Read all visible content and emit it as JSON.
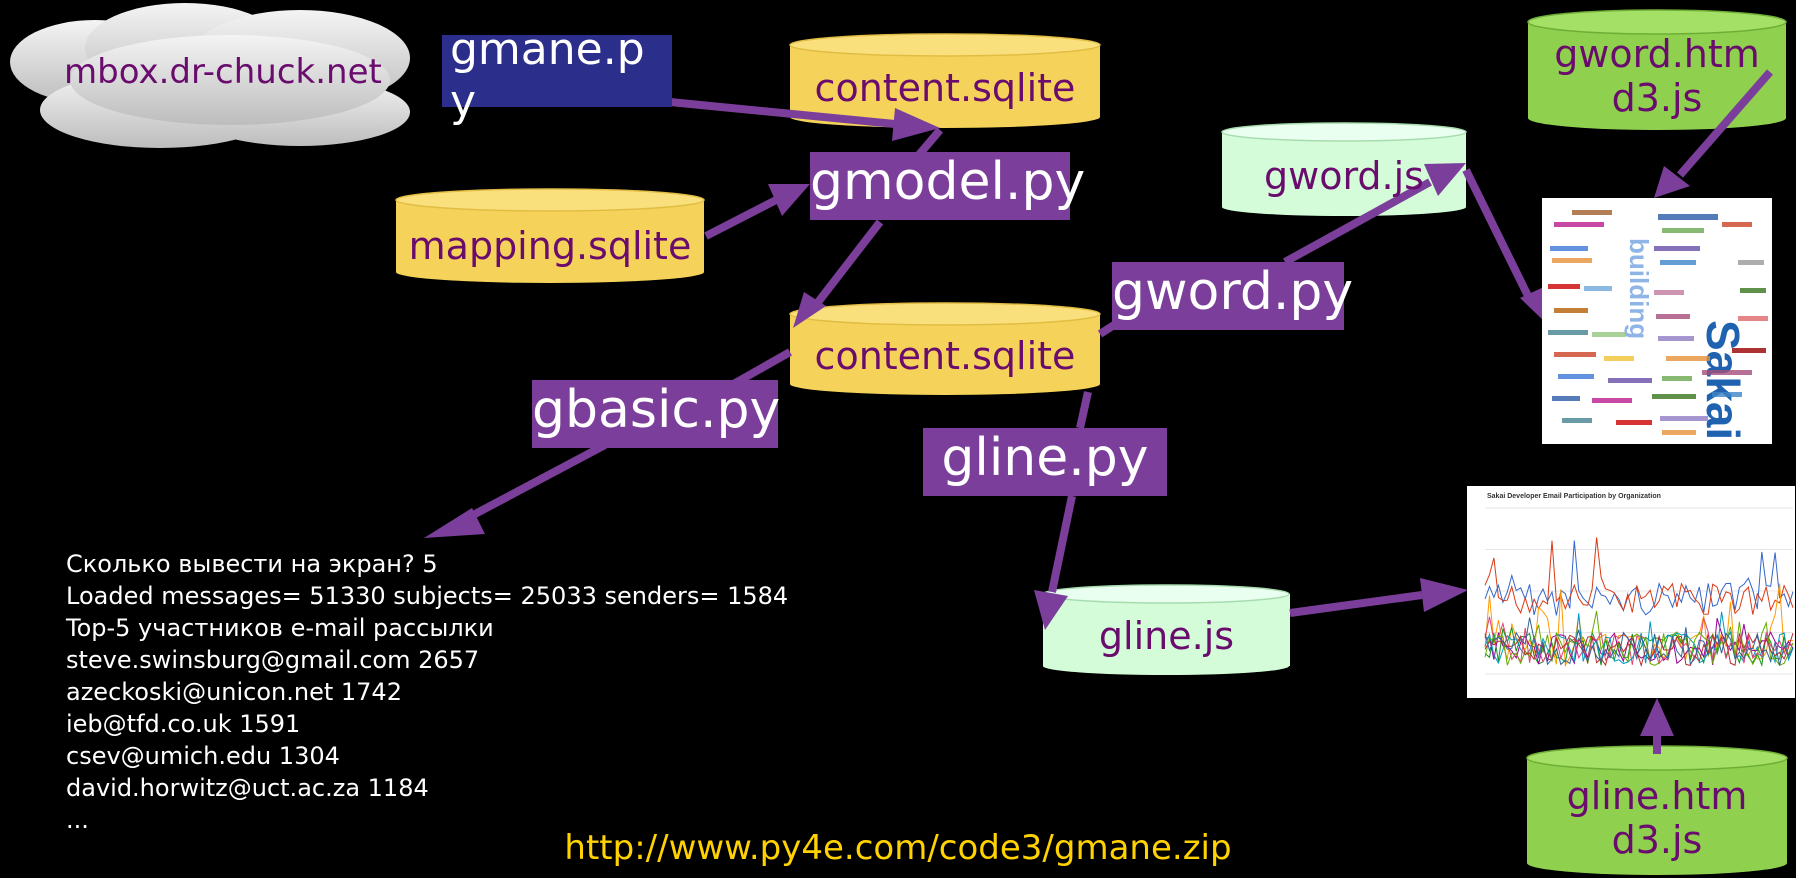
{
  "cloud": {
    "label": "mbox.dr-chuck.net"
  },
  "scripts": {
    "gmane": "gmane.py",
    "gmodel": "gmodel.py",
    "gbasic": "gbasic.py",
    "gword": "gword.py",
    "gline": "gline.py"
  },
  "databases": {
    "content_raw": "content.sqlite",
    "mapping": "mapping.sqlite",
    "content": "content.sqlite"
  },
  "outputs": {
    "gword_js": "gword.js",
    "gline_js": "gline.js",
    "gword_htm": [
      "gword.htm",
      "d3.js"
    ],
    "gline_htm": [
      "gline.htm",
      "d3.js"
    ]
  },
  "terminal_lines": [
    "Сколько вывести на экран? 5",
    "Loaded messages= 51330 subjects= 25033 senders= 1584",
    "Top-5 участников e-mail рассылки",
    "steve.swinsburg@gmail.com 2657",
    "azeckoski@unicon.net 1742",
    "ieb@tfd.co.uk 1591",
    "csev@umich.edu 1304",
    "david.horwitz@uct.ac.za 1184",
    "..."
  ],
  "line_chart": {
    "title": "Sakai Developer Email Participation by Organization"
  },
  "word_cloud": {
    "central_word": "Sakai",
    "secondary_word": "building"
  },
  "url": "http://www.py4e.com/code3/gmane.zip",
  "colors": {
    "background": "#000000",
    "arrow": "#7b3f9b",
    "script_box": "#7b3f9b",
    "gmane_box": "#2b2e8a",
    "db_yellow": "#f5d35a",
    "js_mint": "#d4fcd9",
    "htm_green": "#8fd14f",
    "db_text": "#6a0c6e",
    "url": "#ffd200"
  }
}
